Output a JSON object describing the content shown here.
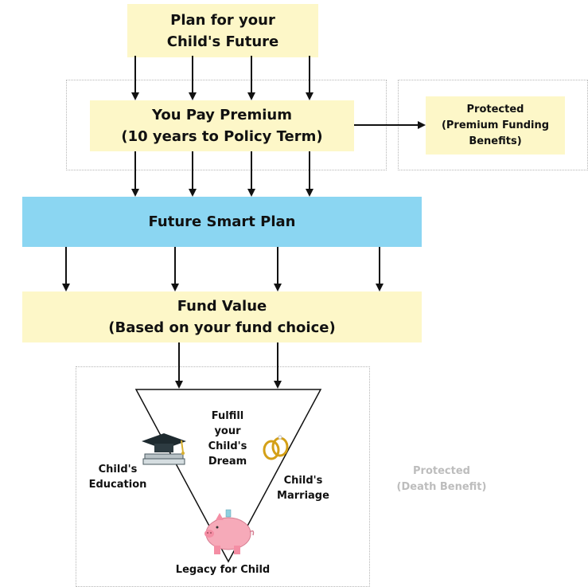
{
  "boxes": {
    "plan_for_future": "Plan for your\nChild's Future",
    "pay_premium": "You Pay Premium\n(10 years to Policy Term)",
    "protected_premium": "Protected\n(Premium Funding\nBenefits)",
    "future_smart_plan": "Future Smart Plan",
    "fund_value": "Fund Value\n(Based on your fund choice)"
  },
  "pyramid": {
    "dream": "Fulfill\nyour\nChild's\nDream",
    "education": "Child's\nEducation",
    "marriage": "Child's\nMarriage",
    "legacy": "Legacy for Child"
  },
  "protected_death": "Protected\n(Death Benefit)",
  "icons": [
    "graduation-cap-icon",
    "wedding-rings-icon",
    "piggy-bank-icon"
  ],
  "colors": {
    "yellow_box": "#fdf7c8",
    "blue_box": "#8bd6f2",
    "dotted_border": "#b5b5b5",
    "muted_text": "#bdbdbd"
  }
}
